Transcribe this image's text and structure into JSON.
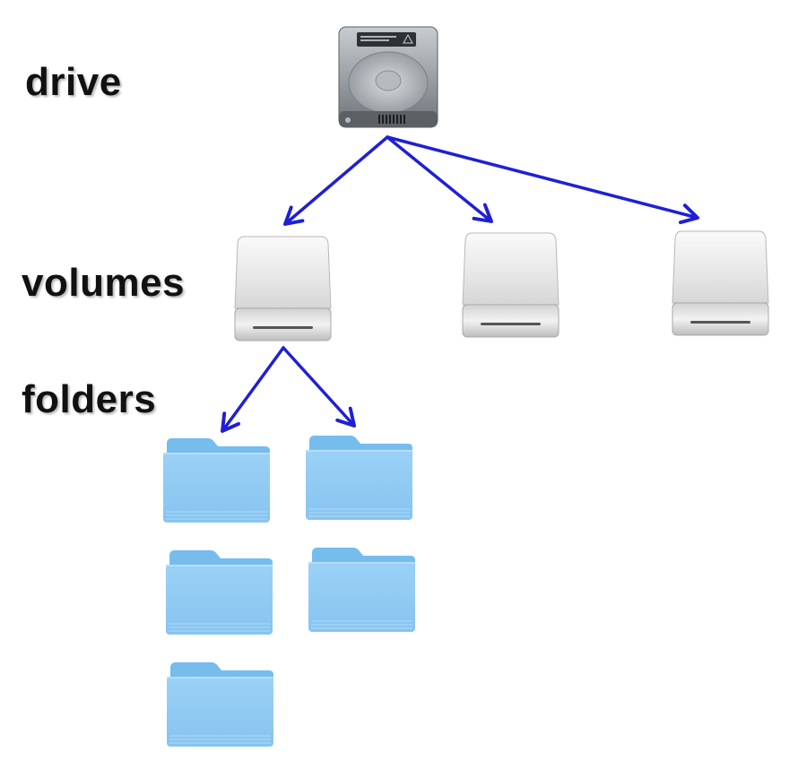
{
  "labels": {
    "drive": "drive",
    "volumes": "volumes",
    "folders": "folders"
  },
  "tree": {
    "drive": {
      "icon": "hard-drive-icon",
      "children": [
        "volume-1",
        "volume-2",
        "volume-3"
      ]
    },
    "volumes": [
      {
        "id": "volume-1",
        "icon": "volume-icon",
        "children": [
          "folder-1",
          "folder-2"
        ]
      },
      {
        "id": "volume-2",
        "icon": "volume-icon",
        "children": []
      },
      {
        "id": "volume-3",
        "icon": "volume-icon",
        "children": []
      }
    ],
    "folders": [
      {
        "id": "folder-1",
        "icon": "folder-icon"
      },
      {
        "id": "folder-2",
        "icon": "folder-icon"
      },
      {
        "id": "folder-3",
        "icon": "folder-icon"
      },
      {
        "id": "folder-4",
        "icon": "folder-icon"
      },
      {
        "id": "folder-5",
        "icon": "folder-icon"
      }
    ]
  },
  "colors": {
    "arrow": "#1f1fd6",
    "folder_light": "#a9d8f8",
    "folder_mid": "#8fcaf3",
    "folder_dark": "#6fb7ea",
    "volume_body": "#ececec",
    "drive_body": "#8a9096"
  }
}
